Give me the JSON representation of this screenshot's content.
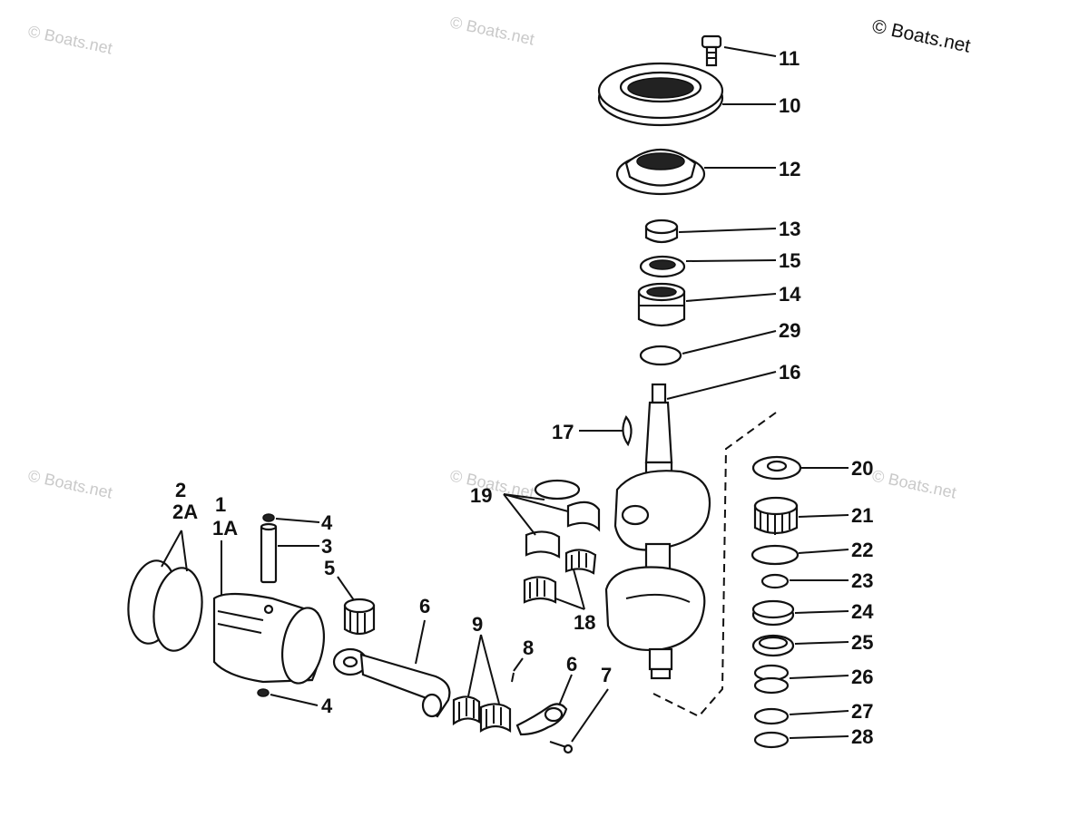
{
  "watermarks": [
    "© Boats.net",
    "© Boats.net",
    "© Boats.net",
    "© Boats.net",
    "© Boats.net",
    "© Boats.net"
  ],
  "labels": {
    "l1": "1",
    "l1a": "1A",
    "l2": "2",
    "l2a": "2A",
    "l3": "3",
    "l4a": "4",
    "l4b": "4",
    "l5": "5",
    "l6a": "6",
    "l6b": "6",
    "l7": "7",
    "l8": "8",
    "l9": "9",
    "l10": "10",
    "l11": "11",
    "l12": "12",
    "l13": "13",
    "l14": "14",
    "l15": "15",
    "l16": "16",
    "l17": "17",
    "l18": "18",
    "l19": "19",
    "l20": "20",
    "l21": "21",
    "l22": "22",
    "l23": "23",
    "l24": "24",
    "l25": "25",
    "l26": "26",
    "l27": "27",
    "l28": "28",
    "l29": "29"
  }
}
